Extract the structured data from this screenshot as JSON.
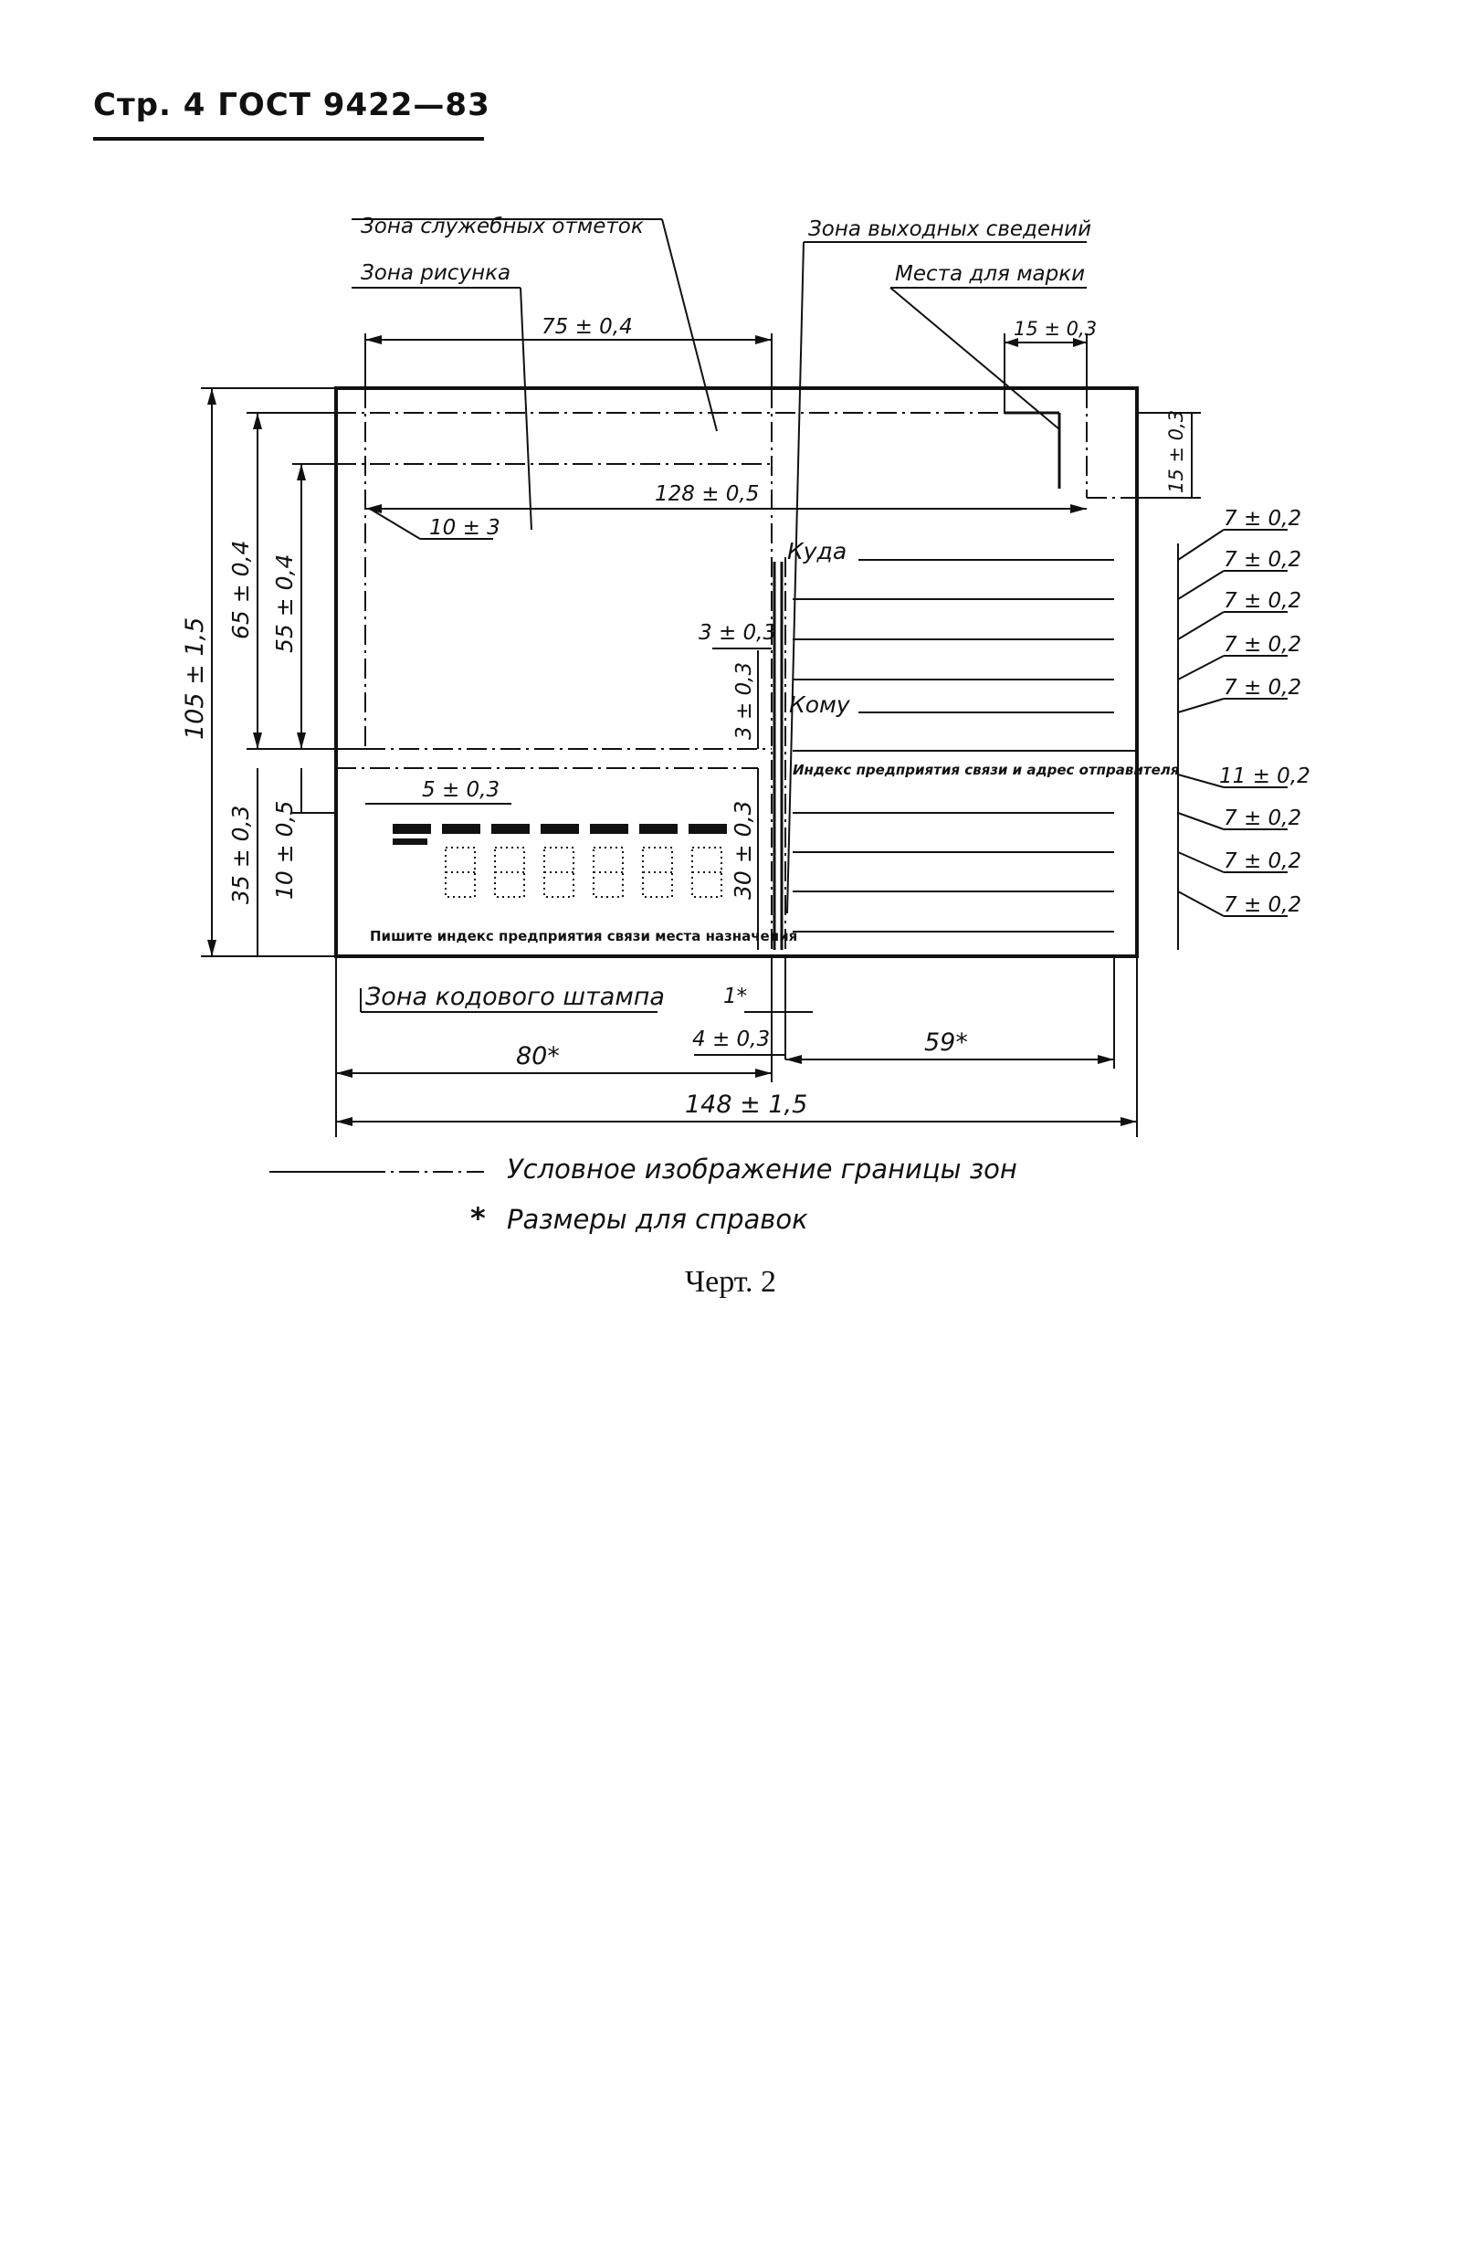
{
  "header": {
    "text": "Стр. 4 ГОСТ 9422—83"
  },
  "labels": {
    "zone_service": "Зона служебных отметок",
    "zone_picture": "Зона рисунка",
    "zone_output": "Зона выходных сведений",
    "stamp_place": "Места для марки",
    "zone_code_stamp": "Зона кодового штампа",
    "kuda": "Куда",
    "komu": "Кому",
    "sender_index": "Индекс предприятия связи и адрес отправителя",
    "dest_index": "Пишите индекс предприятия связи места назначения"
  },
  "dimensions": {
    "d75": "75 ± 0,4",
    "d15_top": "15 ± 0,3",
    "d15_right": "15 ± 0,3",
    "d128": "128 ± 0,5",
    "d10x3": "10 ± 3",
    "d3_h": "3 ± 0,3",
    "d3_v": "3 ± 0,3",
    "d5": "5 ± 0,3",
    "d105": "105 ± 1,5",
    "d65": "65 ± 0,4",
    "d55": "55 ± 0,4",
    "d35": "35 ± 0,3",
    "d10": "10 ± 0,5",
    "d30": "30 ± 0,3",
    "d1": "1*",
    "d4": "4 ± 0,3",
    "d80": "80*",
    "d59": "59*",
    "d148": "148 ± 1,5",
    "right_spacings": [
      "7 ± 0,2",
      "7 ± 0,2",
      "7 ± 0,2",
      "7 ± 0,2",
      "7 ± 0,2",
      "11 ± 0,2",
      "7 ± 0,2",
      "7 ± 0,2",
      "7 ± 0,2"
    ]
  },
  "legend": {
    "zone_boundary": "Условное изображение границы зон",
    "reference": "Размеры для справок",
    "asterisk": "*"
  },
  "caption": "Черт. 2"
}
